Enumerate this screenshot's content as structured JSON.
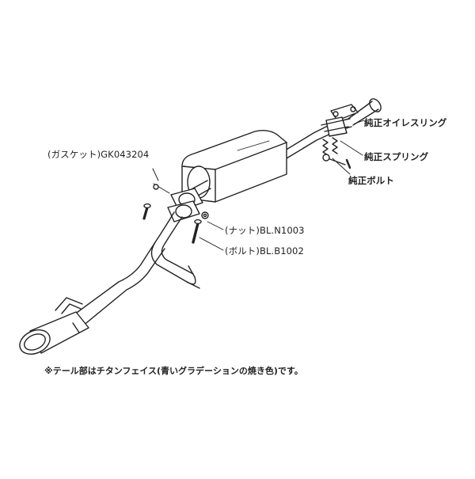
{
  "labels": {
    "gasket": "(ガスケット)GK043204",
    "oring": "純正オイレスリング",
    "spring": "純正スプリング",
    "bolt_oem": "純正ボルト",
    "nut": "(ナット)BL.N1003",
    "bolt": "(ボルト)BL.B1002"
  },
  "note": "※テール部はチタンフェイス(青いグラデーションの焼き色)です。"
}
